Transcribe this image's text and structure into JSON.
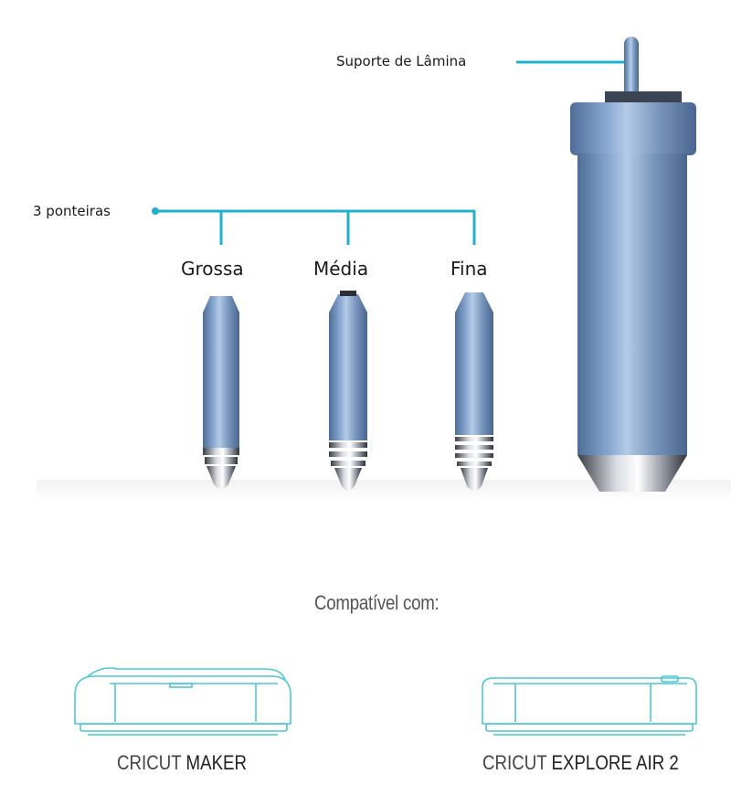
{
  "colors": {
    "accent": "#1fb0d0",
    "metal_blue": "#7f9dc4",
    "machine_outline": "#4cc7d6"
  },
  "labels": {
    "blade_holder": "Suporte de Lâmina",
    "tips_group": "3 ponteiras",
    "tip_coarse": "Grossa",
    "tip_medium": "Média",
    "tip_fine": "Fina"
  },
  "compatibility": {
    "title": "Compatível com:",
    "machines": [
      {
        "brand": "CRICUT",
        "model": "MAKER"
      },
      {
        "brand": "CRICUT",
        "model": "EXPLORE AIR 2"
      }
    ]
  }
}
